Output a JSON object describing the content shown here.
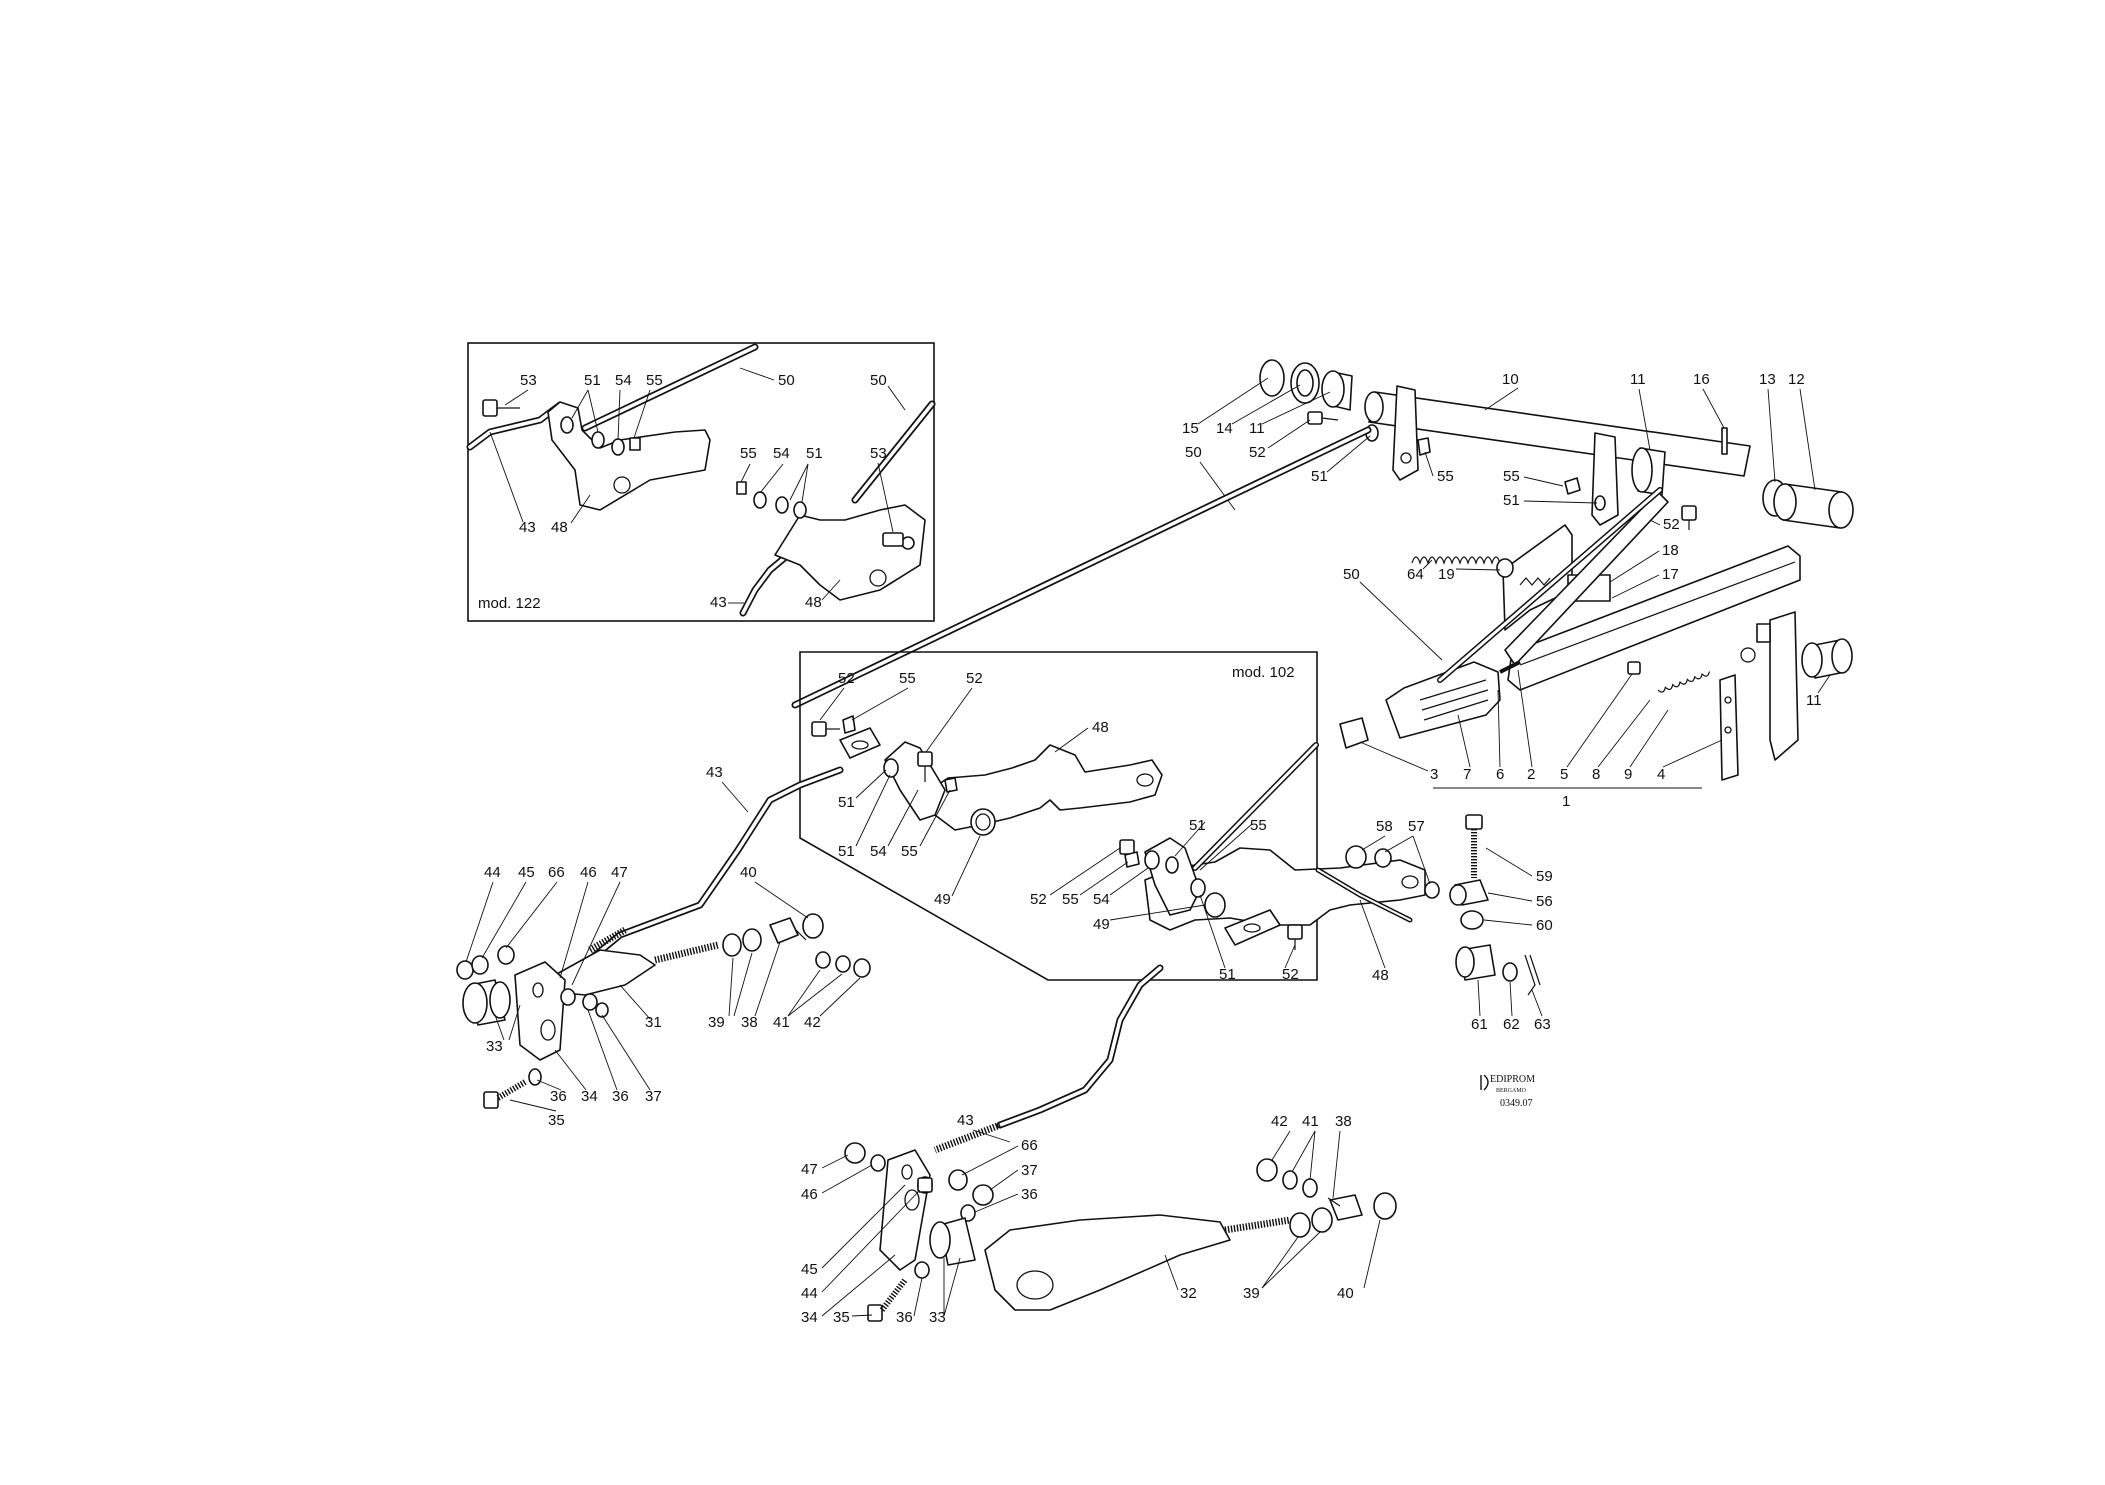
{
  "inset_labels": {
    "mod122": "mod. 122",
    "mod102": "mod. 102"
  },
  "logo": {
    "brand": "EDIPROM",
    "city": "BERGAMO",
    "code": "0349.07"
  },
  "part_numbers": {
    "top_shaft": [
      "10",
      "11",
      "16",
      "13",
      "12",
      "15",
      "14",
      "11",
      "52",
      "51",
      "55",
      "50"
    ],
    "right_assembly": [
      "55",
      "51",
      "52",
      "18",
      "17",
      "64",
      "19",
      "50",
      "3",
      "7",
      "6",
      "2",
      "5",
      "8",
      "9",
      "4",
      "1",
      "11"
    ],
    "inset_122": [
      "53",
      "51",
      "54",
      "55",
      "50",
      "50",
      "55",
      "54",
      "51",
      "53",
      "43",
      "48",
      "43",
      "48"
    ],
    "inset_102": [
      "52",
      "55",
      "52",
      "48",
      "51",
      "51",
      "54",
      "55",
      "49",
      "51",
      "55",
      "52",
      "55",
      "54",
      "49",
      "51",
      "52"
    ],
    "left_assembly": [
      "43",
      "44",
      "45",
      "66",
      "46",
      "47",
      "40",
      "33",
      "31",
      "39",
      "38",
      "41",
      "42",
      "35",
      "36",
      "34",
      "36",
      "37"
    ],
    "center_right": [
      "58",
      "57",
      "59",
      "56",
      "60",
      "48",
      "61",
      "62",
      "63"
    ],
    "bottom_assembly": [
      "43",
      "66",
      "37",
      "36",
      "47",
      "46",
      "45",
      "44",
      "34",
      "35",
      "36",
      "33",
      "32",
      "42",
      "41",
      "38",
      "39",
      "40"
    ]
  }
}
